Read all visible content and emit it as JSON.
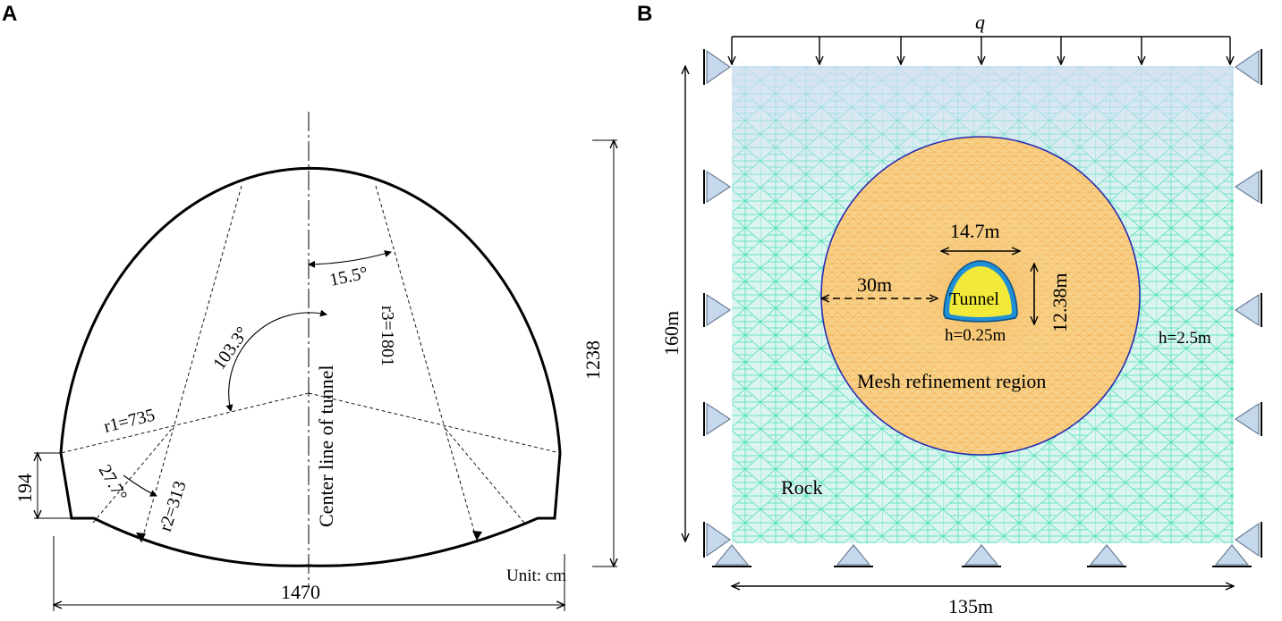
{
  "panel_a": {
    "letter": "A",
    "center_line_label": "Center line of tunnel",
    "angle_top": "15.5°",
    "angle_mid": "103.3°",
    "angle_low": "27.7°",
    "r1": "r1=735",
    "r2": "r2=313",
    "r3": "r3=1801",
    "height": "1238",
    "side_height": "194",
    "width": "1470",
    "unit": "Unit: cm"
  },
  "panel_b": {
    "letter": "B",
    "load": "q",
    "height": "160m",
    "width": "135m",
    "tunnel_width": "14.7m",
    "tunnel_height": "12.38m",
    "offset": "30m",
    "tunnel": "Tunnel",
    "fine_mesh": "h=0.25m",
    "coarse_mesh": "h=2.5m",
    "refine_region": "Mesh refinement region",
    "rock": "Rock"
  },
  "colors": {
    "mesh_coarse": "#3fe0b4",
    "mesh_fine": "#f3a640",
    "refine_fill": "#f7d28a",
    "tunnel_fill": "#f2ea3a",
    "lining": "#1f8fd6",
    "circle_edge": "#2b2bb0",
    "support": "#c6d8ec"
  }
}
